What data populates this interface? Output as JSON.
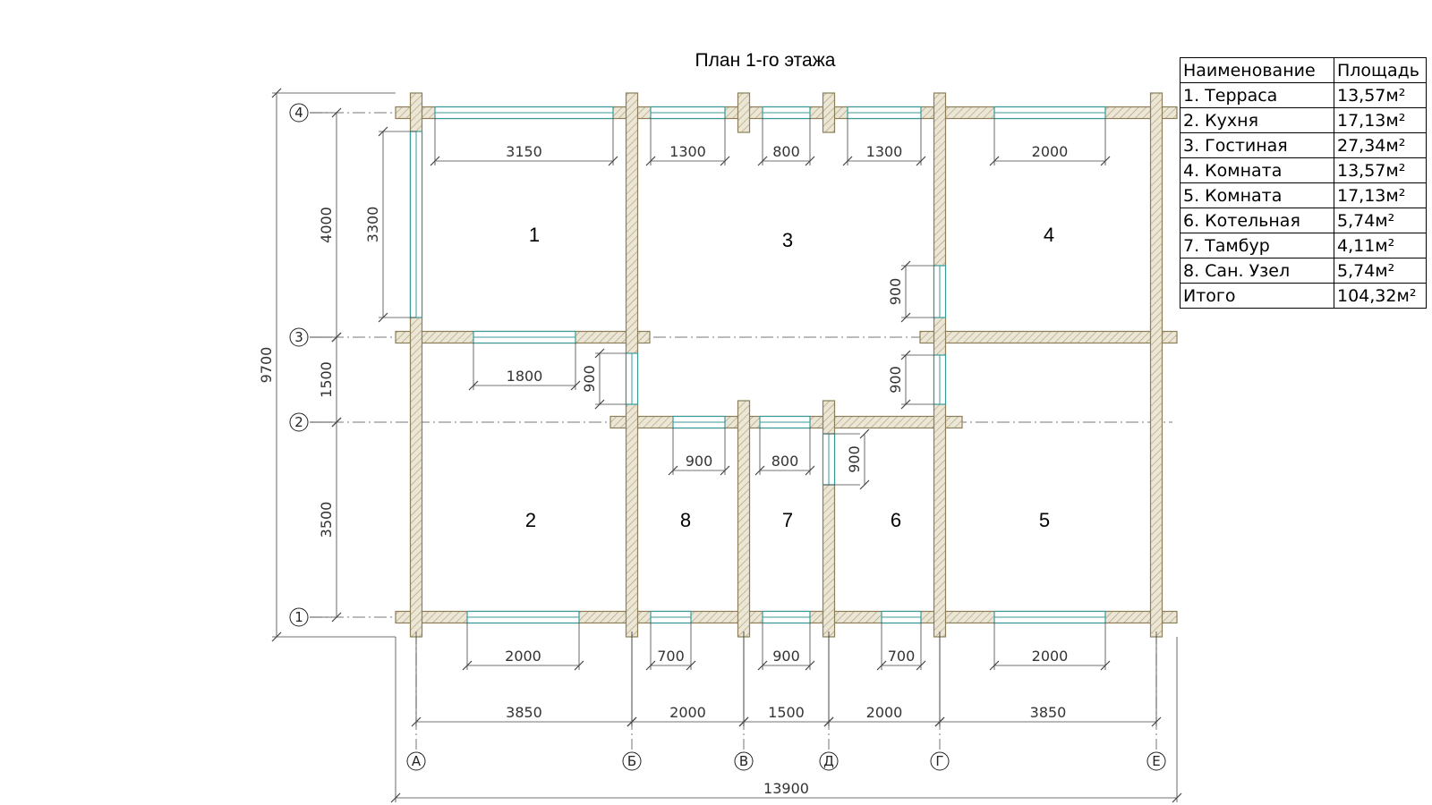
{
  "title": "План 1-го этажа",
  "table": {
    "headers": [
      "Наименование",
      "Площадь"
    ],
    "rows": [
      {
        "name": "1. Терраса",
        "area": "13,57м²"
      },
      {
        "name": "2. Кухня",
        "area": "17,13м²"
      },
      {
        "name": "3. Гостиная",
        "area": "27,34м²"
      },
      {
        "name": "4. Комната",
        "area": "13,57м²"
      },
      {
        "name": "5. Комната",
        "area": "17,13м²"
      },
      {
        "name": "6. Котельная",
        "area": "5,74м²"
      },
      {
        "name": "7. Тамбур",
        "area": "4,11м²"
      },
      {
        "name": "8. Сан. Узел",
        "area": "5,74м²"
      },
      {
        "name": "Итого",
        "area": "104,32м²"
      }
    ]
  },
  "rooms": [
    "1",
    "2",
    "3",
    "4",
    "5",
    "6",
    "7",
    "8"
  ],
  "axes": {
    "horizontal": [
      "А",
      "Б",
      "В",
      "Д",
      "Г",
      "Е"
    ],
    "vertical": [
      "1",
      "2",
      "3",
      "4"
    ]
  },
  "dimensions": {
    "bottom_spans": [
      "3850",
      "2000",
      "1500",
      "2000",
      "3850"
    ],
    "overall_width": "13900",
    "overall_height": "9700",
    "left_spans": [
      "3500",
      "1500",
      "4000"
    ],
    "top_openings": [
      "3150",
      "1300",
      "800",
      "1300",
      "2000"
    ],
    "bottom_openings": [
      "2000",
      "700",
      "900",
      "700",
      "2000"
    ],
    "window_left": "3300",
    "inner": [
      "1800",
      "900",
      "900",
      "800",
      "900",
      "900",
      "900"
    ]
  },
  "colors": {
    "wall_fill": "#e8e3d3",
    "wall_stroke": "#8b7d55",
    "opening": "#3a9a9a",
    "dim_line": "#444444",
    "axis_line": "#777777"
  }
}
